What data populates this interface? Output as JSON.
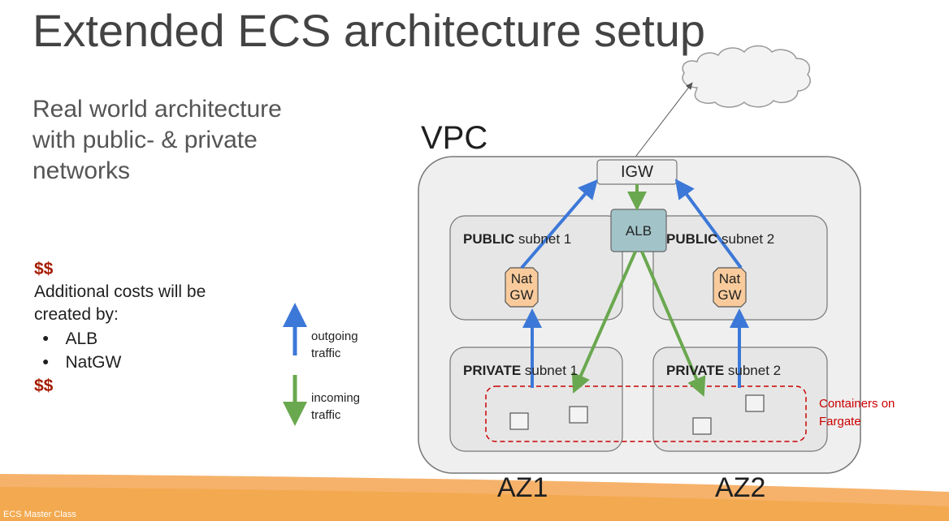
{
  "title": "Extended ECS architecture setup",
  "subtitle": [
    "Real world architecture",
    "with public- & private",
    "networks"
  ],
  "costs": {
    "marker_top": "$$",
    "text": [
      "Additional costs will be",
      "created by:"
    ],
    "items": [
      "ALB",
      "NatGW"
    ],
    "marker_bottom": "$$"
  },
  "legend": {
    "outgoing": [
      "outgoing",
      "traffic"
    ],
    "incoming": [
      "incoming",
      "traffic"
    ]
  },
  "diagram": {
    "vpc_label": "VPC",
    "igw_label": "IGW",
    "alb_label": "ALB",
    "public_subnet_1": {
      "bold": "PUBLIC",
      "rest": " subnet 1"
    },
    "public_subnet_2": {
      "bold": "PUBLIC",
      "rest": " subnet 2"
    },
    "private_subnet_1": {
      "bold": "PRIVATE",
      "rest": " subnet 1"
    },
    "private_subnet_2": {
      "bold": "PRIVATE",
      "rest": " subnet 2"
    },
    "nat_gw_1": [
      "Nat",
      "GW"
    ],
    "nat_gw_2": [
      "Nat",
      "GW"
    ],
    "containers_label": [
      "Containers on",
      "Fargate"
    ],
    "az1_label": "AZ1",
    "az2_label": "AZ2"
  },
  "footer": "ECS Master Class",
  "colors": {
    "outgoing_arrow": "#3c78d8",
    "incoming_arrow": "#6aa84f",
    "nat_fill": "#f9cb9c",
    "alb_fill": "#a2c4c9",
    "cost_red": "#a61c00",
    "fargate_red": "#cc0000",
    "footer_orange": "#f6b26b"
  }
}
